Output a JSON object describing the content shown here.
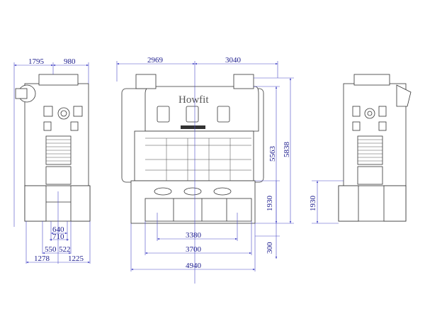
{
  "brand": "Howfit",
  "side_view_left": {
    "top_dims": [
      "1795",
      "980"
    ],
    "bottom_dims": {
      "inner1": "640",
      "inner2": "710",
      "left_mid": "550",
      "right_mid": "522",
      "left_total": "1278",
      "right_total": "1225"
    }
  },
  "front_view": {
    "top_dims": [
      "2969",
      "3040"
    ],
    "height_dims": {
      "h1": "5563",
      "h2": "5838",
      "bed": "1930",
      "pit": "300"
    },
    "width_dims": {
      "bolster": "3380",
      "bed": "3700",
      "total": "4940"
    }
  },
  "side_view_right": {
    "height_dims": {
      "bed": "1930"
    }
  }
}
